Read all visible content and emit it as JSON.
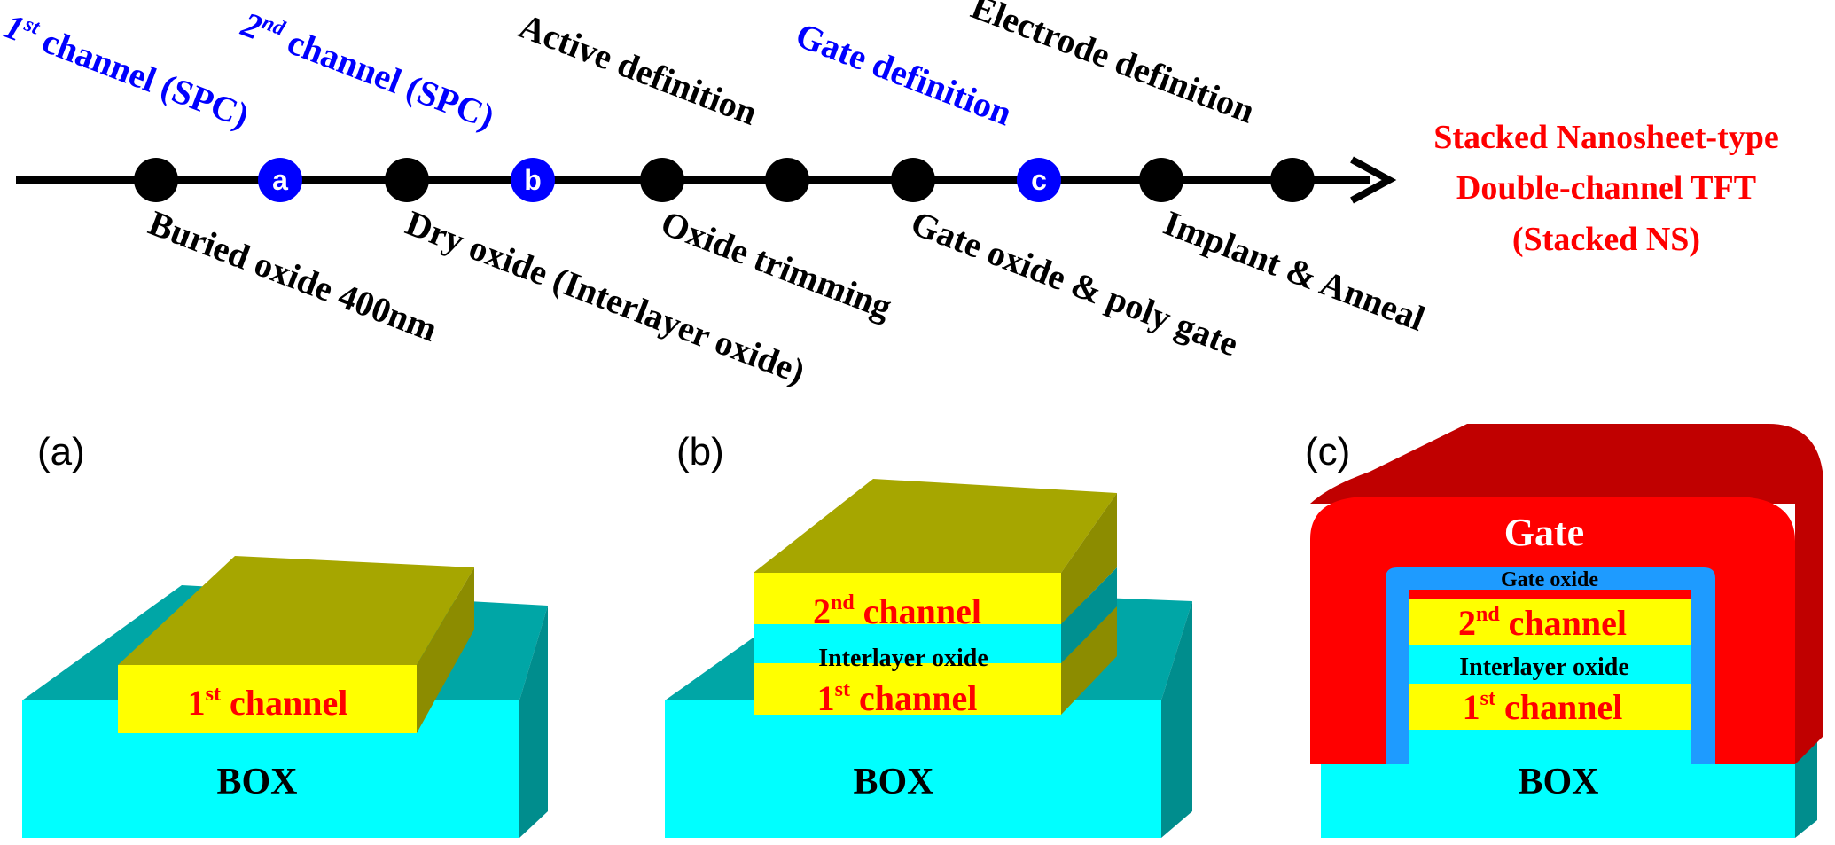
{
  "colors": {
    "black": "#000000",
    "blue": "#0000ff",
    "red": "#ff0000",
    "cyan": "#00ffff",
    "teal": "#00a6a6",
    "yellow": "#ffff00",
    "olive": "#a6a600",
    "gate_front": "#ff0000",
    "gate_top": "#cc0000",
    "gate_oxide": "#1e9bff"
  },
  "timeline": {
    "upper_labels": [
      {
        "base": "1",
        "sup": "st",
        "text": " channel (SPC)"
      },
      {
        "base": "2",
        "sup": "nd",
        "text": " channel (SPC)"
      },
      {
        "text": "Active definition"
      },
      {
        "text": "Gate definition"
      },
      {
        "text": "Electrode definition"
      }
    ],
    "lower_labels": [
      "Buried oxide 400nm",
      "Dry oxide (Interlayer oxide)",
      "Oxide trimming",
      "Gate oxide & poly gate",
      "Implant & Anneal"
    ],
    "step_markers": [
      "a",
      "b",
      "c"
    ],
    "result_lines": [
      "Stacked Nanosheet-type",
      "Double-channel TFT",
      "(Stacked NS)"
    ]
  },
  "panels": {
    "a": {
      "tag": "(a)",
      "box_label": "BOX",
      "channel1": {
        "base": "1",
        "sup": "st",
        "text": " channel"
      }
    },
    "b": {
      "tag": "(b)",
      "box_label": "BOX",
      "channel2": {
        "base": "2",
        "sup": "nd",
        "text": " channel"
      },
      "interlayer": "Interlayer oxide",
      "channel1": {
        "base": "1",
        "sup": "st",
        "text": " channel"
      }
    },
    "c": {
      "tag": "(c)",
      "box_label": "BOX",
      "gate": "Gate",
      "gate_oxide": "Gate oxide",
      "channel2": {
        "base": "2",
        "sup": "nd",
        "text": " channel"
      },
      "interlayer": "Interlayer oxide",
      "channel1": {
        "base": "1",
        "sup": "st",
        "text": " channel"
      }
    }
  }
}
